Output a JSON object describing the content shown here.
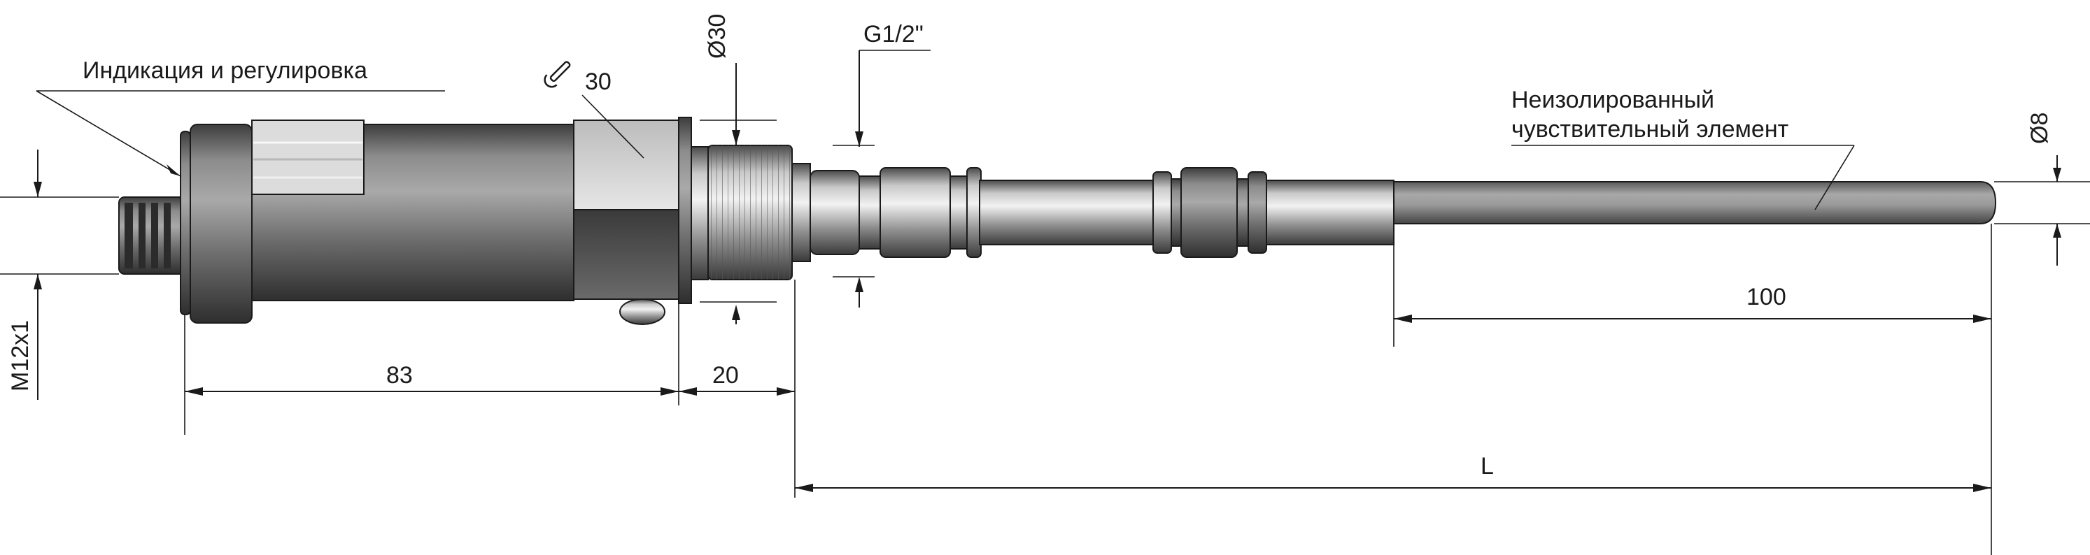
{
  "labels": {
    "indication": "Индикация и регулировка",
    "wrench_size": "30",
    "thread_g": "G1/2\"",
    "diameter_30": "Ø30",
    "sensor_line1": "Неизолированный",
    "sensor_line2": "чувствительный элемент",
    "diameter_8": "Ø8",
    "thread_m12": "M12x1",
    "dim_83": "83",
    "dim_20": "20",
    "dim_100": "100",
    "dim_L": "L"
  },
  "icons": {
    "wrench": "wrench-icon"
  },
  "colors": {
    "line": "#1a1a1a",
    "body_dark": "#5c5c5c",
    "body_mid": "#8a8a8a",
    "body_light": "#d8d8d8",
    "background": "#ffffff"
  }
}
